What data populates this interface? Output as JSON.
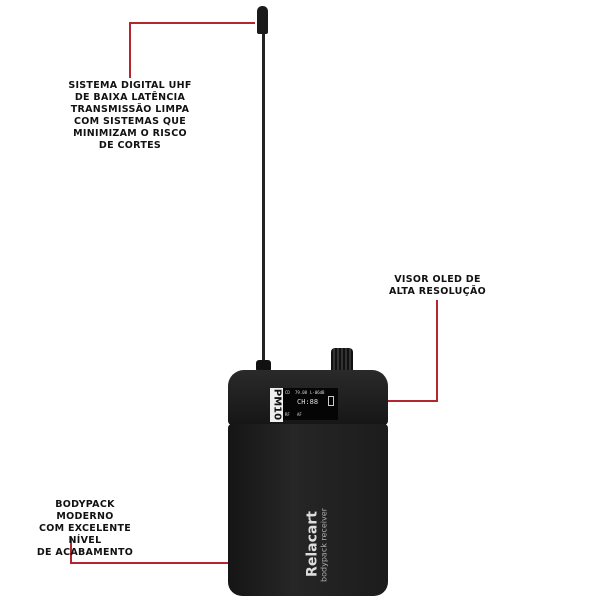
{
  "callouts": {
    "antenna": [
      "SISTEMA DIGITAL UHF",
      "DE BAIXA LATÊNCIA",
      "TRANSMISSÃO LIMPA",
      "COM SISTEMAS QUE",
      "MINIMIZAM O RISCO",
      "DE CORTES"
    ],
    "display": [
      "VISOR OLED DE",
      "ALTA RESOLUÇÃO"
    ],
    "body": [
      "BODYPACK MODERNO",
      "COM EXCELENTE NÍVEL",
      "DE ACABAMENTO"
    ]
  },
  "device": {
    "model": "PM10",
    "brand": "Relacart",
    "subtitle": "bodypack receiver",
    "screen": {
      "top_left": "CD",
      "top_mid": "79.08",
      "top_right": "L-06dB",
      "channel": "CH:88",
      "bottom_left": "RF",
      "bottom_mid": "AF"
    }
  },
  "colors": {
    "accent_line": "#b3262d",
    "device_body": "#1c1c1c"
  }
}
